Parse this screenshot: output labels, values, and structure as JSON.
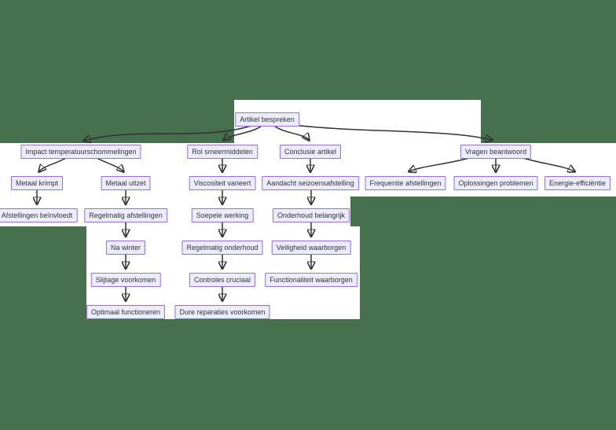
{
  "diagram": {
    "type": "flowchart",
    "direction": "top-down",
    "language": "nl",
    "colors": {
      "canvas_background": "#47704f",
      "diagram_background": "#ffffff",
      "node_fill": "#ececff",
      "node_border": "#9370db",
      "edge": "#333333",
      "text": "#333333"
    },
    "nodes": {
      "root": {
        "label": "Artikel bespreken"
      },
      "impact": {
        "label": "Impact temperatuurschommelingen"
      },
      "rol": {
        "label": "Rol smeermiddelen"
      },
      "conclusie": {
        "label": "Conclusie artikel"
      },
      "vragen": {
        "label": "Vragen beantwoord"
      },
      "krimpt": {
        "label": "Metaal krimpt"
      },
      "uitzet": {
        "label": "Metaal uitzet"
      },
      "viscositeit": {
        "label": "Viscositeit varieert"
      },
      "aandacht": {
        "label": "Aandacht seizoensafstelling"
      },
      "frequentie": {
        "label": "Frequentie afstellingen"
      },
      "oplossingen": {
        "label": "Oplossingen problemen"
      },
      "energie": {
        "label": "Energie-efficiëntie"
      },
      "beinvloedt": {
        "label": "Afstellingen beïnvloedt"
      },
      "regelmatig_afstellingen": {
        "label": "Regelmatig afstellingen"
      },
      "soepele": {
        "label": "Soepele werking"
      },
      "onderhoud_belangrijk": {
        "label": "Onderhoud belangrijk"
      },
      "na_winter": {
        "label": "Na winter"
      },
      "regelmatig_onderhoud": {
        "label": "Regelmatig onderhoud"
      },
      "veiligheid": {
        "label": "Veiligheid waarborgen"
      },
      "slijtage": {
        "label": "Slijtage voorkomen"
      },
      "controles": {
        "label": "Controles cruciaal"
      },
      "functionaliteit": {
        "label": "Functionaliteit waarborgen"
      },
      "optimaal": {
        "label": "Optimaal functioneren"
      },
      "dure": {
        "label": "Dure reparaties voorkomen"
      }
    },
    "edges": [
      {
        "from": "root",
        "to": "impact"
      },
      {
        "from": "root",
        "to": "rol"
      },
      {
        "from": "root",
        "to": "conclusie"
      },
      {
        "from": "root",
        "to": "vragen"
      },
      {
        "from": "impact",
        "to": "krimpt"
      },
      {
        "from": "impact",
        "to": "uitzet"
      },
      {
        "from": "rol",
        "to": "viscositeit"
      },
      {
        "from": "conclusie",
        "to": "aandacht"
      },
      {
        "from": "vragen",
        "to": "frequentie"
      },
      {
        "from": "vragen",
        "to": "oplossingen"
      },
      {
        "from": "vragen",
        "to": "energie"
      },
      {
        "from": "krimpt",
        "to": "beinvloedt"
      },
      {
        "from": "uitzet",
        "to": "regelmatig_afstellingen"
      },
      {
        "from": "viscositeit",
        "to": "soepele"
      },
      {
        "from": "aandacht",
        "to": "onderhoud_belangrijk"
      },
      {
        "from": "regelmatig_afstellingen",
        "to": "na_winter"
      },
      {
        "from": "soepele",
        "to": "regelmatig_onderhoud"
      },
      {
        "from": "onderhoud_belangrijk",
        "to": "veiligheid"
      },
      {
        "from": "na_winter",
        "to": "slijtage"
      },
      {
        "from": "regelmatig_onderhoud",
        "to": "controles"
      },
      {
        "from": "veiligheid",
        "to": "functionaliteit"
      },
      {
        "from": "slijtage",
        "to": "optimaal"
      },
      {
        "from": "controles",
        "to": "dure"
      }
    ]
  }
}
